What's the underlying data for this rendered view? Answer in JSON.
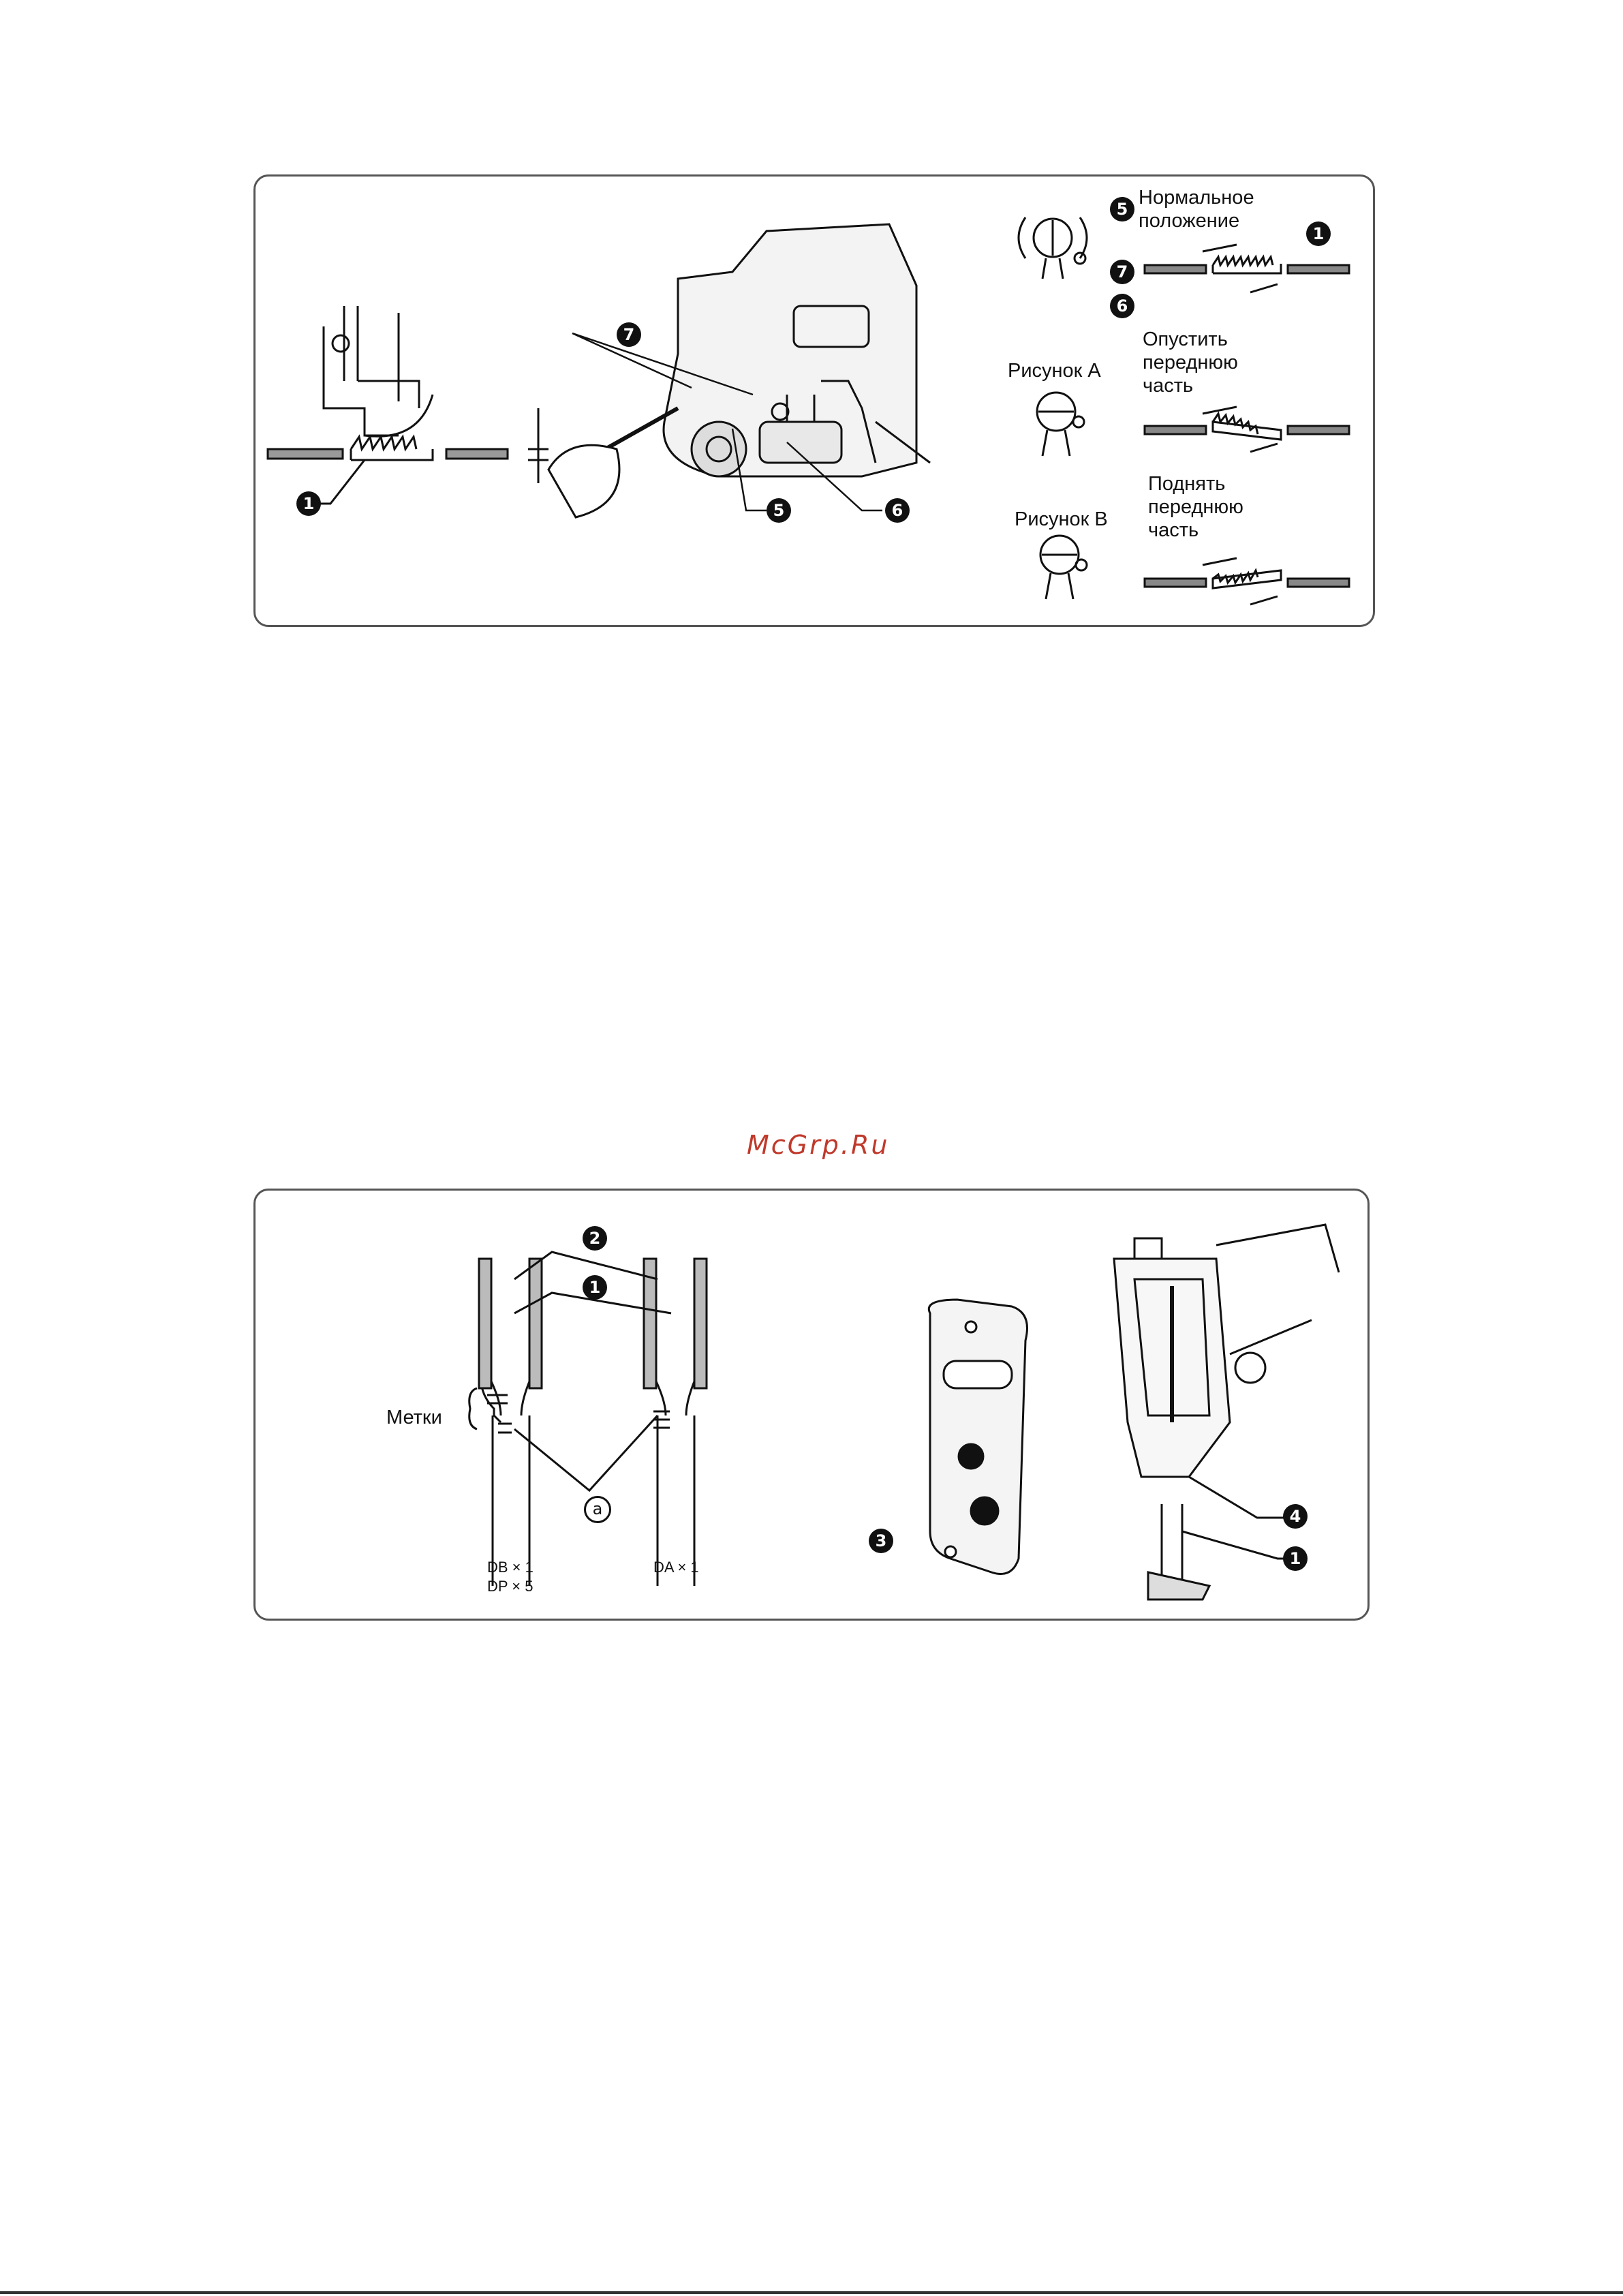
{
  "figure_top": {
    "label_normal": "Нормальное\nположение",
    "label_lower_front": "Опустить\nпереднюю\nчасть",
    "label_raise_front": "Поднять\nпереднюю\nчасть",
    "label_fig_a": "Рисунок A",
    "label_fig_b": "Рисунок B",
    "markers": {
      "m1": "1",
      "m5": "5",
      "m6": "6",
      "m7": "7"
    }
  },
  "watermark": "McGrp.Ru",
  "figure_bottom": {
    "label_marks": "Метки",
    "label_db": "DB × 1",
    "label_dp": "DP × 5",
    "label_da": "DA × 1",
    "marker_a": "a",
    "markers": {
      "m1": "1",
      "m2": "2",
      "m3": "3",
      "m4": "4"
    }
  }
}
